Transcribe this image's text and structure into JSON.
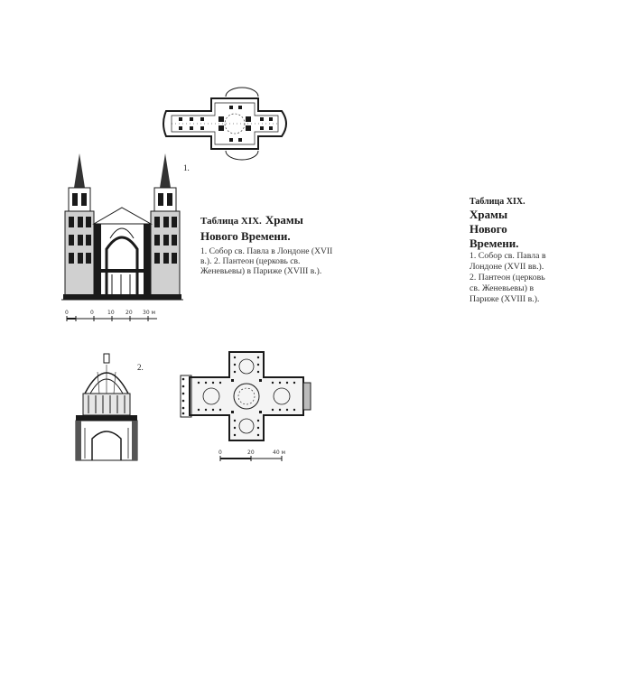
{
  "figure_labels": {
    "fig1": "1.",
    "fig2": "2."
  },
  "caption_main": {
    "title_prefix": "Таблица XIX.",
    "title_rest": "Храмы Нового Времени.",
    "body": "1. Собор св. Павла в Лондоне (XVII в.). 2. Пантеон (церковь св. Женевьевы) в Париже (XVIII в.)."
  },
  "caption_side": {
    "line1": "Таблица XIX.",
    "title": "Храмы Нового Времени.",
    "item1": "1. Собор св. Павла в Лондоне (XVII вв.).",
    "item2": "2. Пантеон (церковь св. Женевьевы) в Париже (XVIII в.)."
  },
  "scale_bar_1": {
    "ticks": [
      "0",
      "0",
      "10",
      "20",
      "30",
      "30 м"
    ]
  },
  "scale_bar_2": {
    "ticks": [
      "0",
      "20",
      "40 м"
    ]
  }
}
